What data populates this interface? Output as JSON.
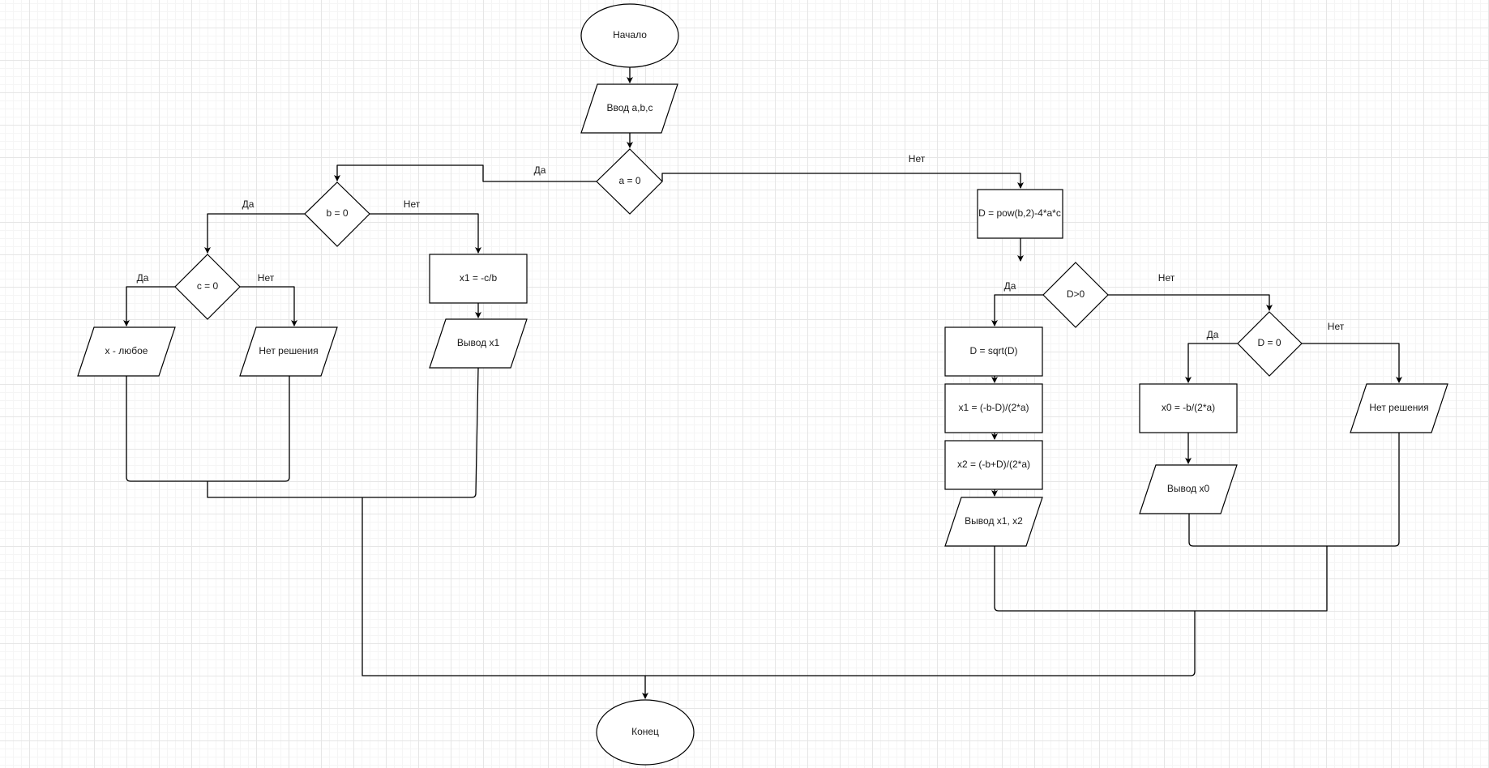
{
  "diagram": {
    "type": "flowchart",
    "title": "Solving quadratic equation",
    "nodes": [
      {
        "id": "start",
        "kind": "terminator",
        "label": "Начало"
      },
      {
        "id": "input",
        "kind": "io",
        "label": "Ввод a,b,c"
      },
      {
        "id": "a0",
        "kind": "decision",
        "label": "a = 0"
      },
      {
        "id": "b0",
        "kind": "decision",
        "label": "b = 0"
      },
      {
        "id": "c0",
        "kind": "decision",
        "label": "c = 0"
      },
      {
        "id": "xany",
        "kind": "io",
        "label": "x - любое"
      },
      {
        "id": "nosol1",
        "kind": "io",
        "label": "Нет решения"
      },
      {
        "id": "x1lin",
        "kind": "process",
        "label": "x1 = -c/b"
      },
      {
        "id": "outx1",
        "kind": "io",
        "label": "Вывод x1"
      },
      {
        "id": "disc",
        "kind": "process",
        "label": "D = pow(b,2)-4*a*c"
      },
      {
        "id": "dpos",
        "kind": "decision",
        "label": "D>0"
      },
      {
        "id": "sqrt",
        "kind": "process",
        "label": "D = sqrt(D)"
      },
      {
        "id": "x1q",
        "kind": "process",
        "label": "x1 = (-b-D)/(2*a)"
      },
      {
        "id": "x2q",
        "kind": "process",
        "label": "x2 = (-b+D)/(2*a)"
      },
      {
        "id": "outx12",
        "kind": "io",
        "label": "Вывод x1, x2"
      },
      {
        "id": "dzero",
        "kind": "decision",
        "label": "D = 0"
      },
      {
        "id": "x0",
        "kind": "process",
        "label": "x0 = -b/(2*a)"
      },
      {
        "id": "outx0",
        "kind": "io",
        "label": "Вывод x0"
      },
      {
        "id": "nosol2",
        "kind": "io",
        "label": "Нет решения"
      },
      {
        "id": "end",
        "kind": "terminator",
        "label": "Конец"
      }
    ],
    "edges": [
      {
        "from": "start",
        "to": "input",
        "label": ""
      },
      {
        "from": "input",
        "to": "a0",
        "label": ""
      },
      {
        "from": "a0",
        "to": "b0",
        "label": "Да"
      },
      {
        "from": "a0",
        "to": "disc",
        "label": "Нет"
      },
      {
        "from": "b0",
        "to": "c0",
        "label": "Да"
      },
      {
        "from": "b0",
        "to": "x1lin",
        "label": "Нет"
      },
      {
        "from": "c0",
        "to": "xany",
        "label": "Да"
      },
      {
        "from": "c0",
        "to": "nosol1",
        "label": "Нет"
      },
      {
        "from": "x1lin",
        "to": "outx1",
        "label": ""
      },
      {
        "from": "disc",
        "to": "dpos",
        "label": ""
      },
      {
        "from": "dpos",
        "to": "sqrt",
        "label": "Да"
      },
      {
        "from": "dpos",
        "to": "dzero",
        "label": "Нет"
      },
      {
        "from": "sqrt",
        "to": "x1q",
        "label": ""
      },
      {
        "from": "x1q",
        "to": "x2q",
        "label": ""
      },
      {
        "from": "x2q",
        "to": "outx12",
        "label": ""
      },
      {
        "from": "dzero",
        "to": "x0",
        "label": "Да"
      },
      {
        "from": "dzero",
        "to": "nosol2",
        "label": "Нет"
      },
      {
        "from": "x0",
        "to": "outx0",
        "label": ""
      },
      {
        "from": "xany",
        "to": "end",
        "label": ""
      },
      {
        "from": "nosol1",
        "to": "end",
        "label": ""
      },
      {
        "from": "outx1",
        "to": "end",
        "label": ""
      },
      {
        "from": "outx12",
        "to": "end",
        "label": ""
      },
      {
        "from": "outx0",
        "to": "end",
        "label": ""
      },
      {
        "from": "nosol2",
        "to": "end",
        "label": ""
      }
    ]
  },
  "labels": {
    "yes": "Да",
    "no": "Нет"
  },
  "colors": {
    "stroke": "#000000",
    "fill": "#ffffff",
    "grid": "#e6e6e6"
  }
}
